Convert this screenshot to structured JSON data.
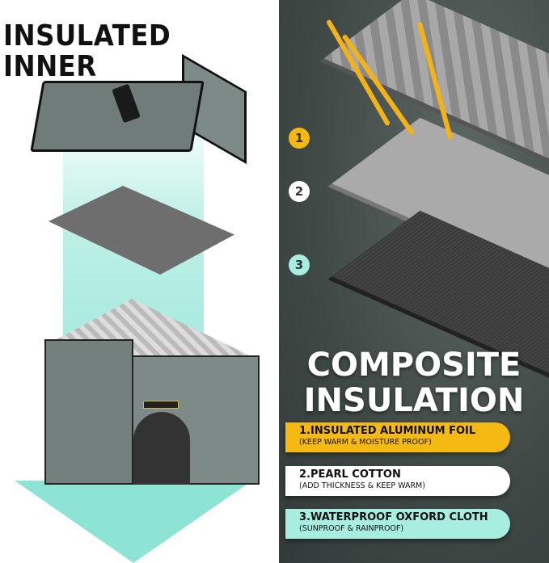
{
  "left": {
    "title_line1": "INSULATED",
    "title_line2": "INNER"
  },
  "right": {
    "badges": [
      {
        "label": "1",
        "color": "#f5b914"
      },
      {
        "label": "2",
        "color": "#ffffff"
      },
      {
        "label": "3",
        "color": "#a7eee0"
      }
    ],
    "heading_line1": "COMPOSITE",
    "heading_line2": "INSULATION",
    "layers": [
      {
        "title": "1.INSULATED ALUMINUM FOIL",
        "subtitle": "(KEEP WARM & MOISTURE PROOF)",
        "color": "#f5b914"
      },
      {
        "title": "2.PEARL COTTON",
        "subtitle": "(ADD THICKNESS & KEEP WARM)",
        "color": "#ffffff"
      },
      {
        "title": "3.WATERPROOF OXFORD CLOTH",
        "subtitle": "(SUNPROOF & RAINPROOF)",
        "color": "#a7eee0"
      }
    ]
  }
}
